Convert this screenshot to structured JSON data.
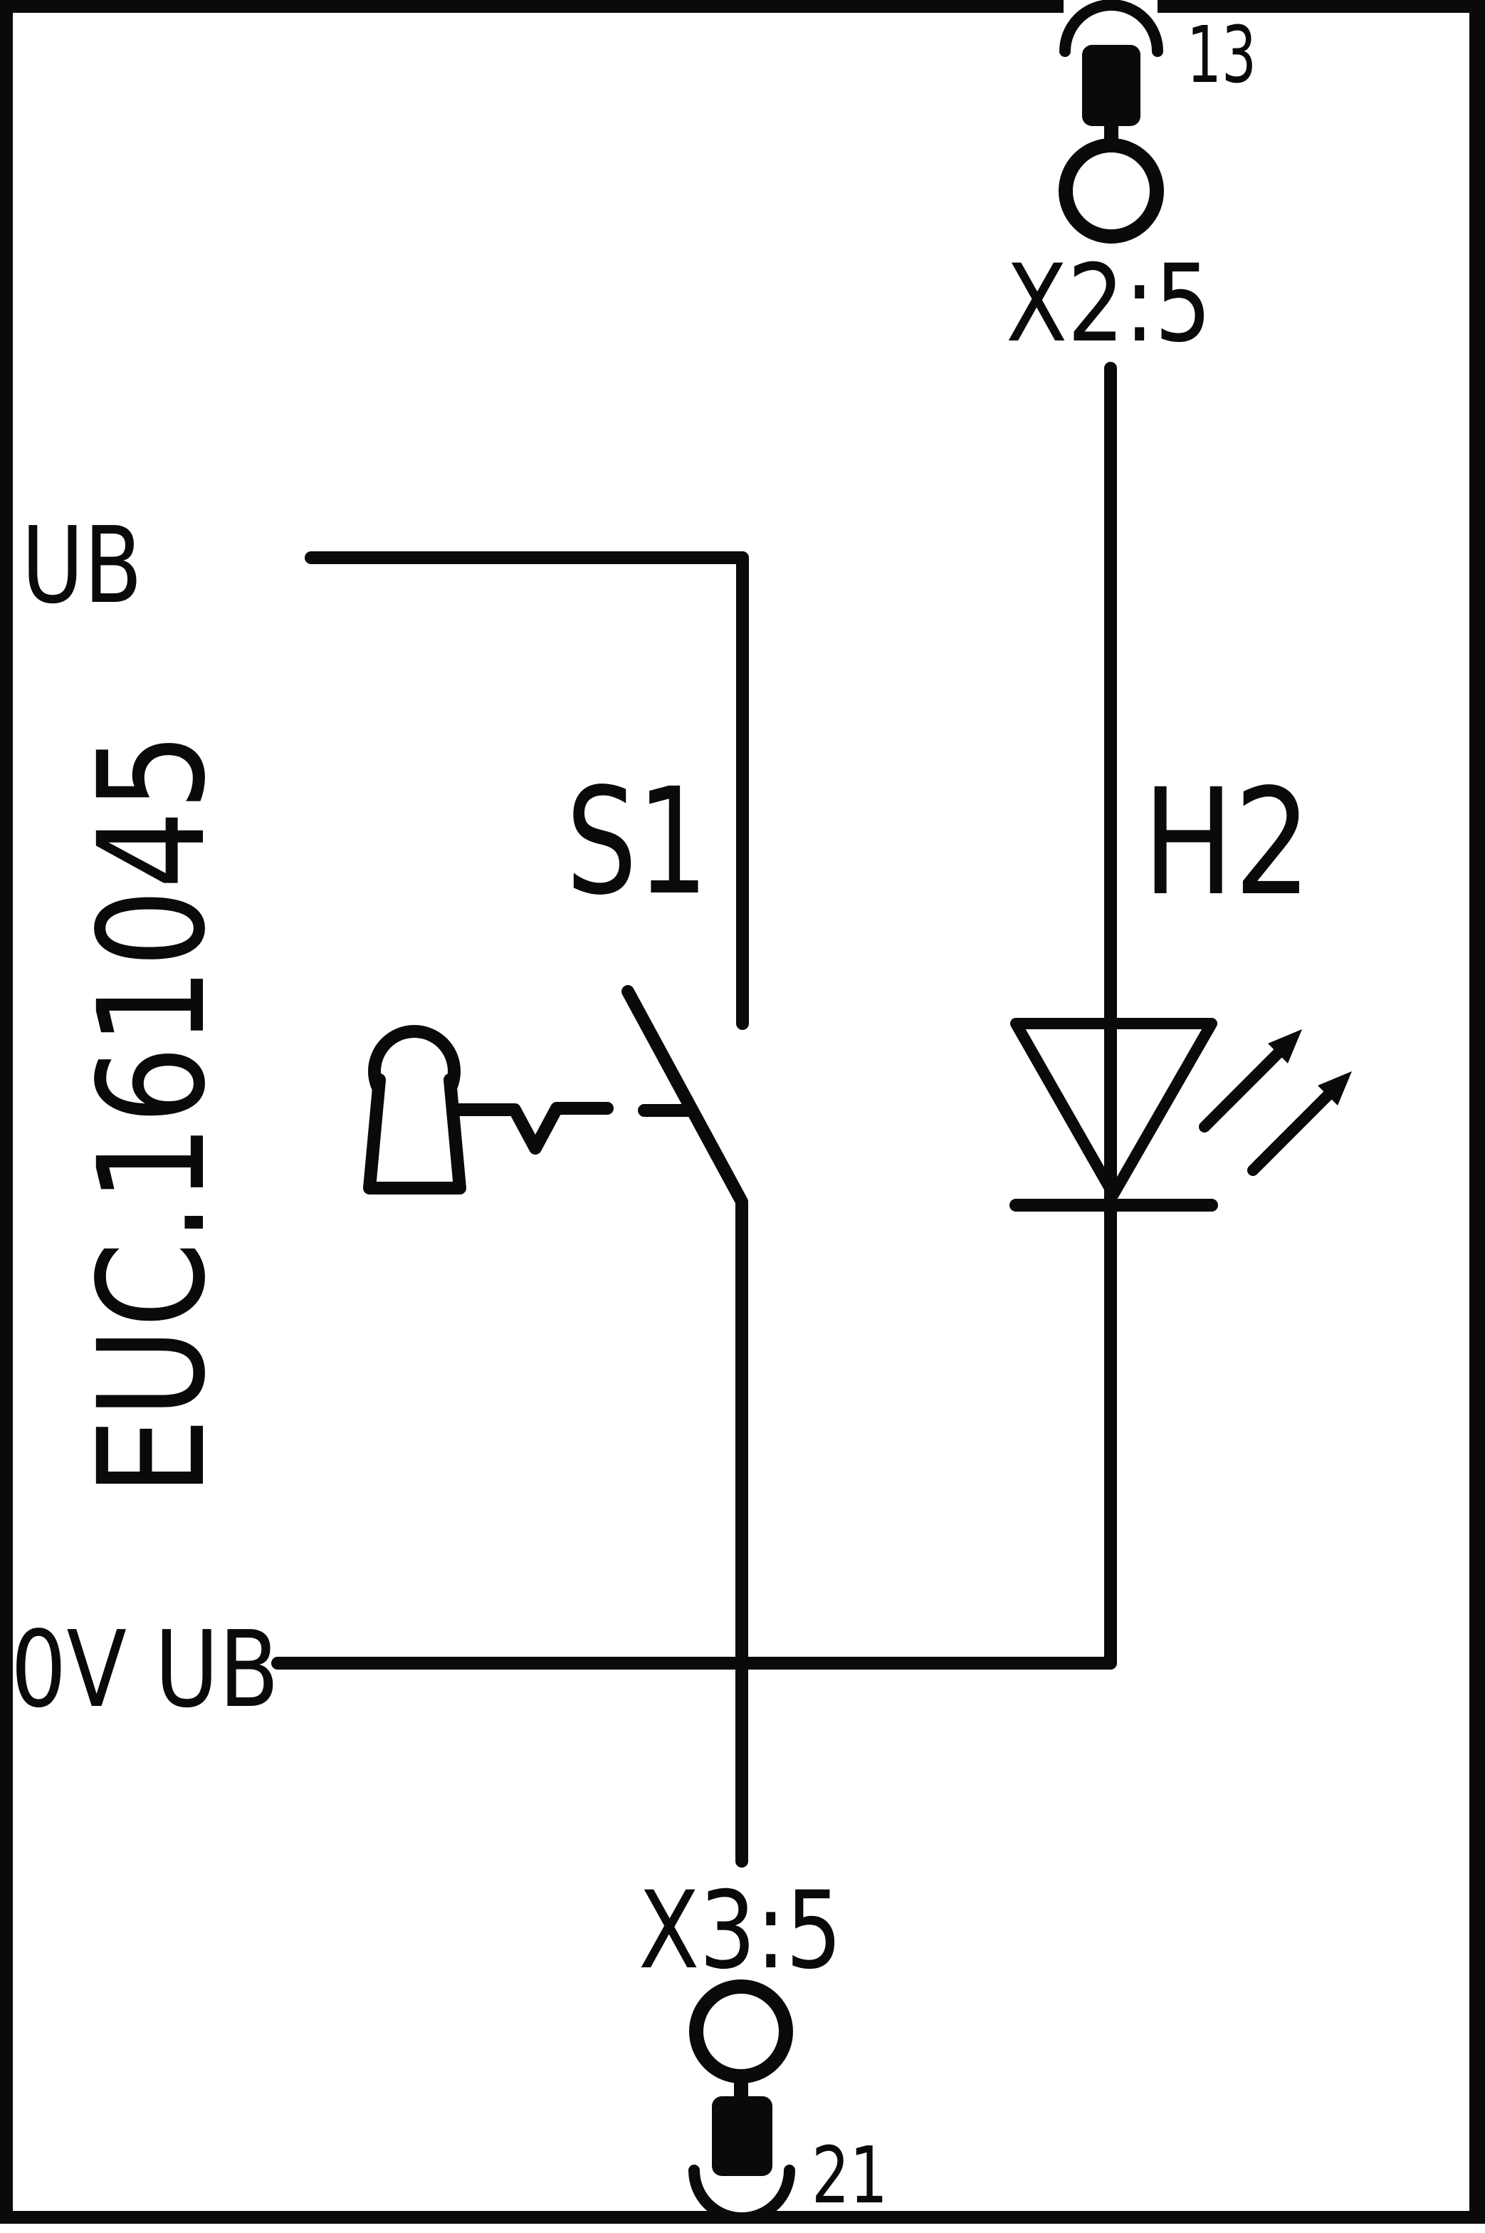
{
  "schematic": {
    "device_tag": "EUC.161045",
    "rails": {
      "supply_label": "UB",
      "return_label": "0V UB"
    },
    "components": {
      "switch_ref": "S1",
      "indicator_ref": "H2"
    },
    "terminals": {
      "top": {
        "label": "X2:5",
        "pin": "13"
      },
      "bottom": {
        "label": "X3:5",
        "pin": "21"
      }
    },
    "colors": {
      "ink": "#0a0a0a",
      "paper": "#ffffff"
    }
  }
}
